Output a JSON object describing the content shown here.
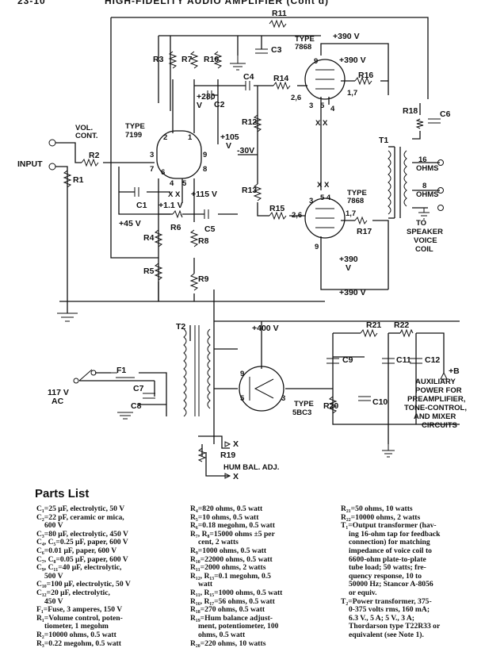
{
  "header": {
    "left": "23-10",
    "right": "HIGH-FIDELITY AUDIO AMPLIFIER (Cont'd)"
  },
  "labels": {
    "R11": "R11",
    "C3": "C3",
    "type7868top": "TYPE",
    "tube7868top": "7868",
    "v390a": "+390 V",
    "v390b": "+390 V",
    "R3": "R3",
    "R7": "R7",
    "R10": "R10",
    "R14": "R14",
    "R16": "R16",
    "pin9a": "9",
    "pin26a": "2,6",
    "pin17a": "1,7",
    "pin3a": "3",
    "pin5a": "5",
    "pin4a": "4",
    "xxa": "X X",
    "v280": "+280",
    "v280u": "V",
    "C4": "C4",
    "C2": "C2",
    "R18": "R18",
    "C6": "C6",
    "vol": "VOL.",
    "cont": "CONT.",
    "R2": "R2",
    "input": "INPUT",
    "R1": "R1",
    "type7199": "TYPE",
    "tube7199": "7199",
    "p2": "2",
    "p1": "1",
    "p3": "3",
    "p9": "9",
    "p7": "7",
    "p6": "6",
    "p8": "8",
    "p4": "4",
    "p5": "5",
    "xxb": "X X",
    "v105": "+105",
    "v105u": "V",
    "vm30": "-30V",
    "R12": "R12",
    "T1": "T1",
    "ohm16": "16",
    "ohms16": "OHMS",
    "ohm8": "8",
    "ohms8": "OHMS",
    "v115": "+115 V",
    "v11": "+1.1 V",
    "C1": "C1",
    "v45": "+45 V",
    "R6": "R6",
    "C5": "C5",
    "R13": "R13",
    "R15": "R15",
    "pin26b": "2,6",
    "xxc": "X X",
    "p3b": "3",
    "p54b": "5 4",
    "type7868b": "TYPE",
    "tube7868b": "7868",
    "pin17b": "1,7",
    "R17": "R17",
    "R4": "R4",
    "R8": "R8",
    "p9b": "9",
    "tospk1": "TO",
    "tospk2": "SPEAKER",
    "tospk3": "VOICE",
    "tospk4": "COIL",
    "v390c": "+390",
    "v390cu": "V",
    "R5": "R5",
    "R9": "R9",
    "v390d": "+390 V",
    "T2": "T2",
    "v400": "+400 V",
    "R21": "R21",
    "R22": "R22",
    "F1": "F1",
    "C7": "C7",
    "C9": "C9",
    "C11": "C11",
    "C12": "C12",
    "plusB": "+B",
    "v117": "117 V",
    "ac": "AC",
    "C8": "C8",
    "p9c": "9",
    "p5c": "5",
    "p3c": "3",
    "R20": "R20",
    "C10": "C10",
    "type5bc3": "TYPE",
    "tube5bc3": "5BC3",
    "aux1": "AUXILIARY",
    "aux2": "POWER FOR",
    "aux3": "PREAMPLIFIER,",
    "aux4": "TONE-CONTROL,",
    "aux5": "AND MIXER",
    "aux6": "CIRCUITS",
    "R19": "R19",
    "humbal": "HUM BAL. ADJ.",
    "xd1": "X",
    "xd2": "X"
  },
  "parts_list": {
    "title": "Parts List",
    "col1": [
      "C₁=25 μF, electrolytic, 50 V",
      "C₂=22 pF, ceramic or mica,",
      "600 V",
      "C₃=80 μF, electrolytic, 450 V",
      "C₄, C₅=0.25 μF, paper, 600 V",
      "C₆=0.01 μF, paper, 600 V",
      "C₇, C₈=0.05 μF, paper, 600 V",
      "C₉, C₁₁=40 μF, electrolytic,",
      "500 V",
      "C₁₀=100 μF, electrolytic, 50 V",
      "C₁₂=20 μF, electrolytic,",
      "450 V",
      "F₁=Fuse, 3 amperes, 150 V",
      "R₁=Volume control, poten-",
      "tiometer, 1 megohm",
      "R₂=10000 ohms, 0.5 watt",
      "R₃=0.22 megohm, 0.5 watt"
    ],
    "col2": [
      "R₄=820 ohms, 0.5 watt",
      "R₅=10 ohms, 0.5 watt",
      "R₆=0.18 megohm, 0.5 watt",
      "R₇, R₈=15000 ohms ±5 per",
      "cent, 2 watts",
      "R₉=1000 ohms, 0.5 watt",
      "R₁₀=22000 ohms, 0.5 watt",
      "R₁₁=2000 ohms, 2 watts",
      "R₁₂, R₁₃=0.1 megohm, 0.5",
      "watt",
      "R₁₁, R₁₅=1000 ohms, 0.5 watt",
      "R₁₆, R₁₇=56 ohms, 0.5 watt",
      "R₁₈=270 ohms, 0.5 watt",
      "R₁₉=Hum balance adjust-",
      "ment, potentiometer, 100",
      "ohms, 0.5 watt",
      "R₂₀=220 ohms, 10 watts"
    ],
    "col3": [
      "R₂₁=50 ohms, 10 watts",
      "R₂₂=10000 ohms, 2 watts",
      "T₁=Output transformer (hav-",
      "ing 16-ohm tap for feedback",
      "connection) for matching",
      "impedance of voice coil to",
      "6600-ohm plate-to-plate",
      "tube load; 50 watts; fre-",
      "quency response, 10 to",
      "50000 Hz; Stancor A-8056",
      "or equiv.",
      "T₂=Power transformer, 375-",
      "0-375 volts rms, 160 mA;",
      "6.3 V., 5 A; 5 V., 3 A;",
      "Thordarson type T22R33 or",
      "equivalent (see Note 1)."
    ]
  }
}
